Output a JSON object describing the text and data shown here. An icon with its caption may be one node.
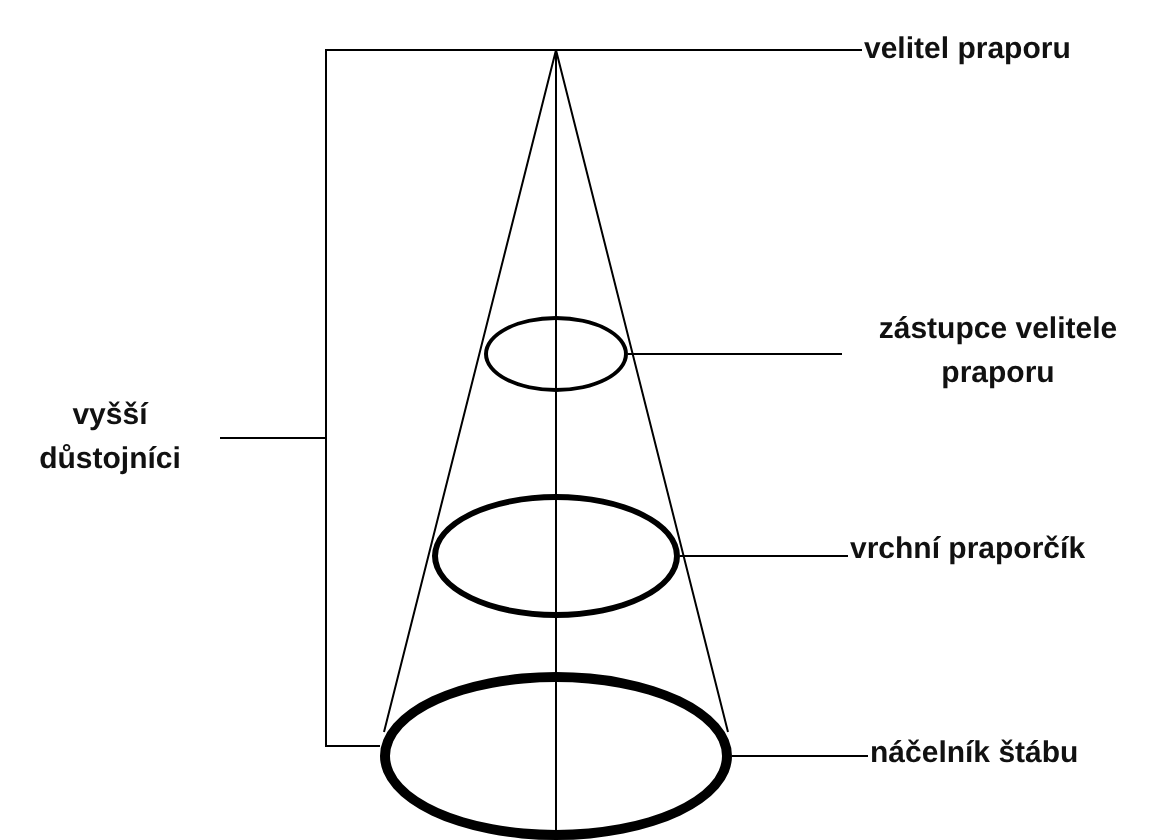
{
  "diagram": {
    "nodes": [
      {
        "text": [
          "velitel praporu"
        ]
      },
      {
        "text": [
          "zástupce velitele praporu"
        ]
      },
      {
        "text": [
          "vrchní praporčík"
        ]
      },
      {
        "text": [
          "náčelník štábu"
        ]
      },
      {
        "text": [],
        "shape": "circle"
      },
      {
        "text": [],
        "shape": "circle"
      },
      {
        "text": [],
        "shape": "circle"
      }
    ],
    "edges": [
      {
        "from": 0,
        "to": null,
        "arrow": "none"
      },
      {
        "from": 1,
        "to": 4,
        "arrow": "none"
      },
      {
        "from": 2,
        "to": 5,
        "arrow": "none"
      },
      {
        "from": 3,
        "to": 6,
        "arrow": "none"
      }
    ],
    "labels": [
      "vyšší důstojníci"
    ]
  }
}
